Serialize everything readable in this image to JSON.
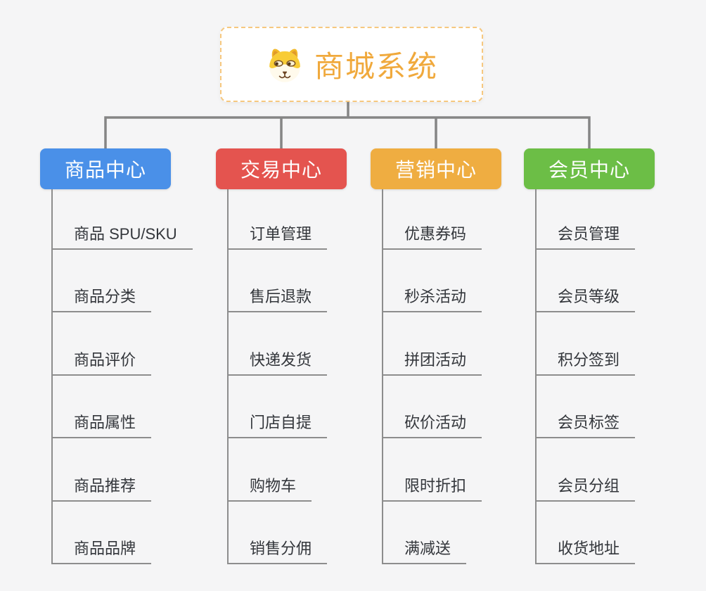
{
  "root": {
    "title": "商城系统",
    "title_color": "#f0a93c",
    "border_color": "#f6c87f",
    "icon": "doge-icon"
  },
  "connector_color": "#858585",
  "branches": [
    {
      "label": "商品中心",
      "color": "#4a90e8",
      "children": [
        "商品 SPU/SKU",
        "商品分类",
        "商品评价",
        "商品属性",
        "商品推荐",
        "商品品牌"
      ]
    },
    {
      "label": "交易中心",
      "color": "#e4544f",
      "children": [
        "订单管理",
        "售后退款",
        "快递发货",
        "门店自提",
        "购物车",
        "销售分佣"
      ]
    },
    {
      "label": "营销中心",
      "color": "#efad41",
      "children": [
        "优惠券码",
        "秒杀活动",
        "拼团活动",
        "砍价活动",
        "限时折扣",
        "满减送"
      ]
    },
    {
      "label": "会员中心",
      "color": "#6cbe46",
      "children": [
        "会员管理",
        "会员等级",
        "积分签到",
        "会员标签",
        "会员分组",
        "收货地址"
      ]
    }
  ]
}
